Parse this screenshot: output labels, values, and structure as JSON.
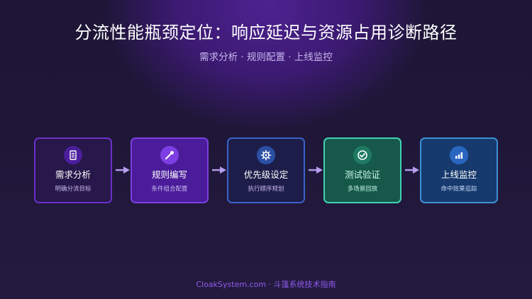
{
  "header": {
    "title": "分流性能瓶颈定位：响应延迟与资源占用诊断路径",
    "subtitle": "需求分析 · 规则配置 · 上线监控"
  },
  "steps": [
    {
      "label": "需求分析",
      "sub": "明确分流目标",
      "icon": "document-list-icon"
    },
    {
      "label": "规则编写",
      "sub": "条件组合配置",
      "icon": "pencil-icon"
    },
    {
      "label": "优先级设定",
      "sub": "执行顺序规划",
      "icon": "gear-icon"
    },
    {
      "label": "测试验证",
      "sub": "多场景回放",
      "icon": "check-circle-icon"
    },
    {
      "label": "上线监控",
      "sub": "命中效果追踪",
      "icon": "bar-chart-icon"
    }
  ],
  "footer": {
    "text": "CloakSystem.com · 斗篷系统技术指南"
  },
  "colors": {
    "background": "#1c1433",
    "accent": "#8e5bf0",
    "step1_border": "#6a2fc9",
    "step2_fill": "#4a1c9a",
    "step3_border": "#3a63c7",
    "step4_fill": "#16594a",
    "step5_fill": "#173a6e",
    "arrow": "#b79cf0"
  }
}
